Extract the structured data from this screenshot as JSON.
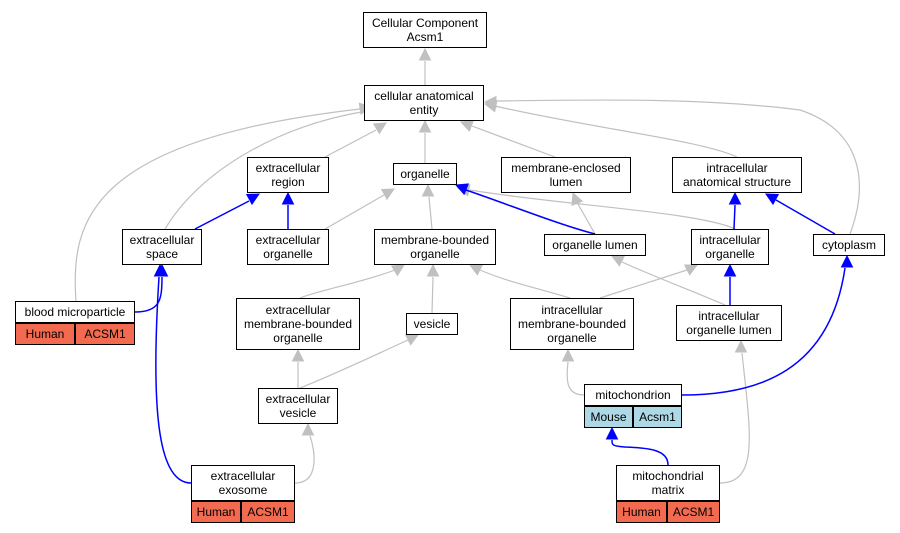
{
  "colors": {
    "grey_edge": "#c0c0c0",
    "blue_edge": "#0000ff",
    "human": "#f26a4f",
    "mouse": "#add8e6"
  },
  "nodes": {
    "root": "Cellular Component\nAcsm1",
    "cae": "cellular anatomical\nentity",
    "ecr": "extracellular\nregion",
    "org": "organelle",
    "mel": "membrane-enclosed\nlumen",
    "ias": "intracellular\nanatomical structure",
    "ecs": "extracellular\nspace",
    "eco": "extracellular\norganelle",
    "mbo": "membrane-bounded\norganelle",
    "orgl": "organelle lumen",
    "io": "intracellular\norganelle",
    "cyt": "cytoplasm",
    "bmp": "blood microparticle",
    "embo": "extracellular\nmembrane-bounded\norganelle",
    "ves": "vesicle",
    "imbo": "intracellular\nmembrane-bounded\norganelle",
    "iol": "intracellular\norganelle lumen",
    "ecv": "extracellular\nvesicle",
    "mito": "mitochondrion",
    "ecx": "extracellular\nexosome",
    "mmx": "mitochondrial\nmatrix"
  },
  "tags": {
    "bmp": [
      "Human",
      "ACSM1"
    ],
    "mito": [
      "Mouse",
      "Acsm1"
    ],
    "ecx": [
      "Human",
      "ACSM1"
    ],
    "mmx": [
      "Human",
      "ACSM1"
    ]
  }
}
